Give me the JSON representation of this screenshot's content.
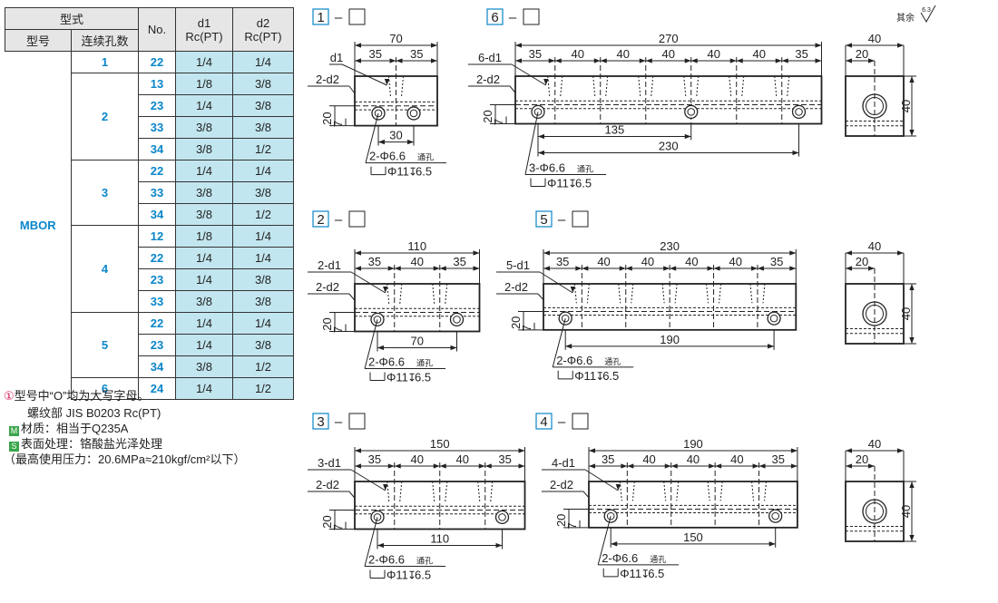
{
  "table": {
    "header": {
      "style": "型式",
      "model": "型号",
      "holes": "连续孔数",
      "no": "No.",
      "d1": "d1",
      "d1_sub": "1",
      "d2": "d2",
      "d2_sub": "2",
      "rc": "Rc(PT)"
    },
    "model_name": "MBOR",
    "groups": [
      {
        "holes": "1",
        "rows": [
          [
            "22",
            "1/4",
            "1/4"
          ]
        ]
      },
      {
        "holes": "2",
        "rows": [
          [
            "13",
            "1/8",
            "3/8"
          ],
          [
            "23",
            "1/4",
            "3/8"
          ],
          [
            "33",
            "3/8",
            "3/8"
          ],
          [
            "34",
            "3/8",
            "1/2"
          ]
        ]
      },
      {
        "holes": "3",
        "rows": [
          [
            "22",
            "1/4",
            "1/4"
          ],
          [
            "33",
            "3/8",
            "3/8"
          ],
          [
            "34",
            "3/8",
            "1/2"
          ]
        ]
      },
      {
        "holes": "4",
        "rows": [
          [
            "12",
            "1/8",
            "1/4"
          ],
          [
            "22",
            "1/4",
            "1/4"
          ],
          [
            "23",
            "1/4",
            "3/8"
          ],
          [
            "33",
            "3/8",
            "3/8"
          ]
        ]
      },
      {
        "holes": "5",
        "rows": [
          [
            "22",
            "1/4",
            "1/4"
          ],
          [
            "23",
            "1/4",
            "3/8"
          ],
          [
            "34",
            "3/8",
            "1/2"
          ]
        ]
      },
      {
        "holes": "6",
        "rows": [
          [
            "24",
            "1/4",
            "1/2"
          ]
        ]
      }
    ]
  },
  "notes": {
    "note1": "型号中“O”均为大写字母。",
    "thread": "螺纹部 JIS B0203 Rc(PT)",
    "material": "材质：相当于Q235A",
    "surface": "表面处理：铬酸盐光泽处理",
    "pressure": "（最高使用压力：20.6MPa≈210kgf/cm²以下）",
    "mark_material": "M",
    "mark_surface": "S",
    "mark_note": "①"
  },
  "roughness": {
    "label": "其余",
    "value": "6.3"
  },
  "drawings": [
    {
      "num": "1",
      "len": "70",
      "pitches": [
        "35",
        "35"
      ],
      "ports": "d1",
      "side": "2-d2",
      "h": "20",
      "h2": "7",
      "mount": "30",
      "holes": "2-Φ6.6",
      "thru": "通孔",
      "cb": "Φ11",
      "depth": "6.5",
      "extra": ""
    },
    {
      "num": "6",
      "len": "270",
      "pitches": [
        "35",
        "40",
        "40",
        "40",
        "40",
        "40",
        "35"
      ],
      "ports": "6-d1",
      "side": "2-d2",
      "h": "20",
      "h2": "7",
      "mount": "230",
      "holes": "3-Φ6.6",
      "thru": "通孔",
      "cb": "Φ11",
      "depth": "6.5",
      "extra": "135"
    },
    {
      "num": "2",
      "len": "110",
      "pitches": [
        "35",
        "40",
        "35"
      ],
      "ports": "2-d1",
      "side": "2-d2",
      "h": "20",
      "h2": "7",
      "mount": "70",
      "holes": "2-Φ6.6",
      "thru": "通孔",
      "cb": "Φ11",
      "depth": "6.5",
      "extra": ""
    },
    {
      "num": "5",
      "len": "230",
      "pitches": [
        "35",
        "40",
        "40",
        "40",
        "40",
        "35"
      ],
      "ports": "5-d1",
      "side": "2-d2",
      "h": "20",
      "h2": "7",
      "mount": "190",
      "holes": "2-Φ6.6",
      "thru": "通孔",
      "cb": "Φ11",
      "depth": "6.5",
      "extra": ""
    },
    {
      "num": "3",
      "len": "150",
      "pitches": [
        "35",
        "40",
        "40",
        "35"
      ],
      "ports": "3-d1",
      "side": "2-d2",
      "h": "20",
      "h2": "7",
      "mount": "110",
      "holes": "2-Φ6.6",
      "thru": "通孔",
      "cb": "Φ11",
      "depth": "6.5",
      "extra": ""
    },
    {
      "num": "4",
      "len": "190",
      "pitches": [
        "35",
        "40",
        "40",
        "40",
        "35"
      ],
      "ports": "4-d1",
      "side": "2-d2",
      "h": "20",
      "h2": "7",
      "mount": "150",
      "holes": "2-Φ6.6",
      "thru": "通孔",
      "cb": "Φ11",
      "depth": "6.5",
      "extra": ""
    }
  ],
  "side_view": {
    "w": "40",
    "off": "20",
    "h": "40"
  },
  "dash": "–"
}
